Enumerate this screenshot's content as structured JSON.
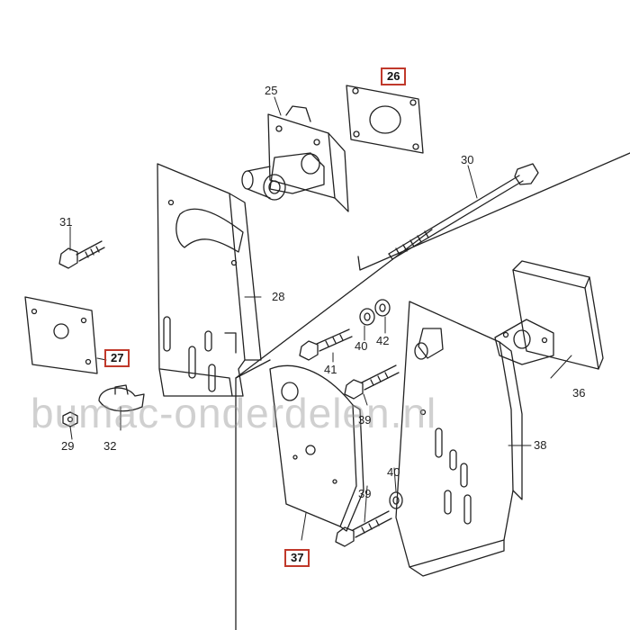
{
  "watermark": "bumac-onderdelen.nl",
  "highlight_color": "#c0392b",
  "parts": {
    "p25": "25",
    "p26": "26",
    "p27": "27",
    "p28": "28",
    "p29": "29",
    "p30": "30",
    "p31": "31",
    "p32": "32",
    "p36": "36",
    "p37": "37",
    "p38": "38",
    "p39a": "39",
    "p39b": "39",
    "p40a": "40",
    "p40b": "40",
    "p41": "41",
    "p42": "42"
  }
}
